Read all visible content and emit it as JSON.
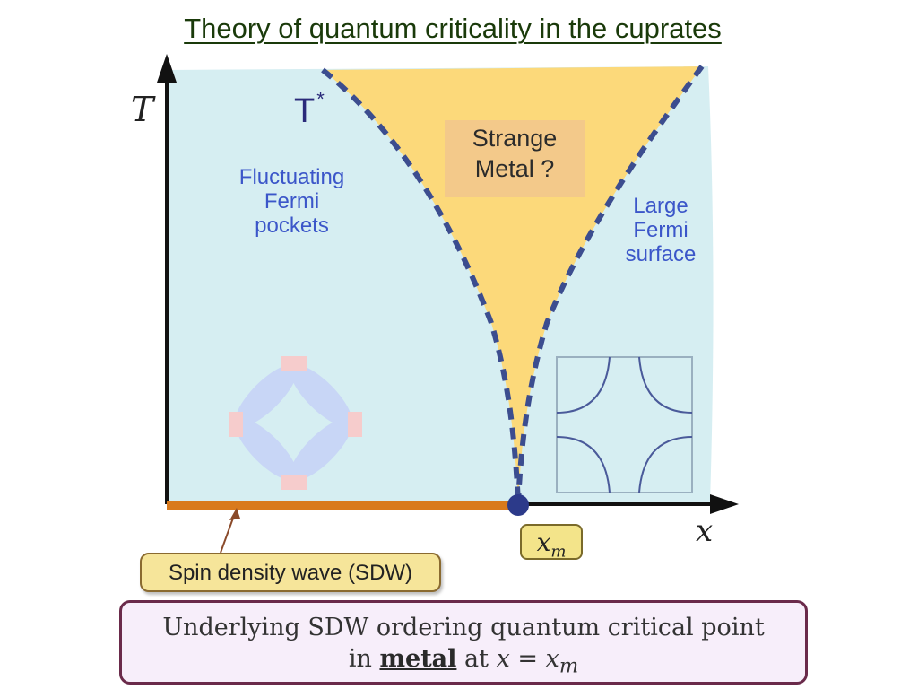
{
  "slide": {
    "title": "Theory of quantum criticality in the cuprates"
  },
  "diagram": {
    "t_star_label": "T",
    "t_star_superscript": "*",
    "axis_y_label": "T",
    "axis_x_label": "x",
    "regions": {
      "left": [
        "Fluctuating",
        "Fermi",
        "pockets"
      ],
      "center": [
        "Strange",
        "Metal ?"
      ],
      "right": [
        "Large",
        "Fermi",
        "surface"
      ]
    },
    "critical_point_label": "x",
    "critical_point_subscript": "m",
    "sdw_label": "Spin density wave (SDW)",
    "colors": {
      "background_region": "#d6eef2",
      "strange_metal_region": "#fcd97a",
      "boundary_dashes": "#3c4d8f",
      "sdw_line": "#d97a1c",
      "critical_point": "#2c3a8a"
    }
  },
  "caption": {
    "line1": "Underlying SDW ordering quantum critical point",
    "line2_prefix": "in",
    "line2_bold": "metal",
    "line2_mid": "at",
    "line2_eq": "x = x",
    "line2_sub": "m"
  }
}
